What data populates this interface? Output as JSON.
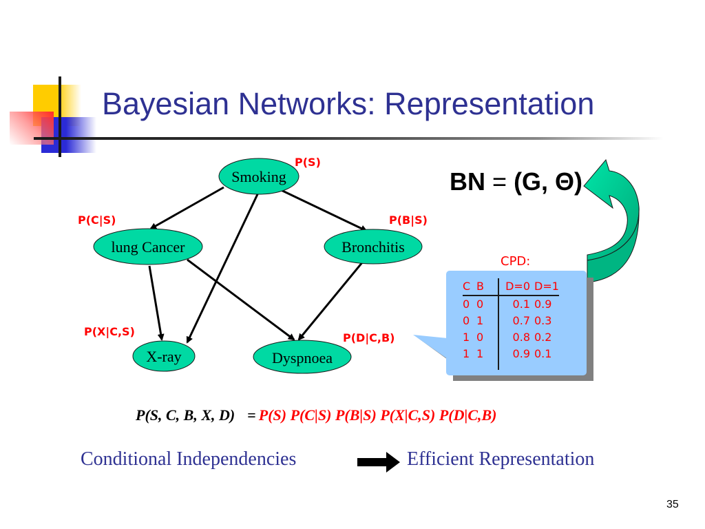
{
  "slide": {
    "title": "Bayesian Networks: Representation",
    "page_number": "35"
  },
  "network": {
    "nodes": [
      {
        "id": "S",
        "label": "Smoking"
      },
      {
        "id": "C",
        "label": "lung Cancer"
      },
      {
        "id": "B",
        "label": "Bronchitis"
      },
      {
        "id": "X",
        "label": "X-ray"
      },
      {
        "id": "D",
        "label": "Dyspnoea"
      }
    ],
    "edges": [
      {
        "from": "S",
        "to": "C"
      },
      {
        "from": "S",
        "to": "B"
      },
      {
        "from": "S",
        "to": "X"
      },
      {
        "from": "C",
        "to": "X"
      },
      {
        "from": "C",
        "to": "D"
      },
      {
        "from": "B",
        "to": "D"
      }
    ],
    "prob_labels": {
      "S": "P(S)",
      "C": "P(C|S)",
      "B": "P(B|S)",
      "X": "P(X|C,S)",
      "D": "P(D|C,B)"
    },
    "node_color": "#00d9a3"
  },
  "bn_formula": {
    "lhs": "BN",
    "eq": "=",
    "rhs": "(G, Θ)"
  },
  "cpd": {
    "title": "CPD:",
    "headers": [
      "C",
      "B",
      "D=0",
      "D=1"
    ],
    "rows": [
      [
        "0",
        "0",
        "0.1",
        "0.9"
      ],
      [
        "0",
        "1",
        "0.7",
        "0.3"
      ],
      [
        "1",
        "0",
        "0.8",
        "0.2"
      ],
      [
        "1",
        "1",
        "0.9",
        "0.1"
      ]
    ],
    "box_color": "#99ccff"
  },
  "joint": {
    "lhs": "P(S, C, B, X, D)",
    "eq": "=",
    "rhs": "P(S) P(C|S) P(B|S) P(X|C,S) P(D|C,B)"
  },
  "conclusion": {
    "left": "Conditional  Independencies",
    "right": "Efficient  Representation"
  },
  "colors": {
    "title": "#2e3192",
    "probability": "#ff0000",
    "arrow_fill": "#00c98f"
  }
}
